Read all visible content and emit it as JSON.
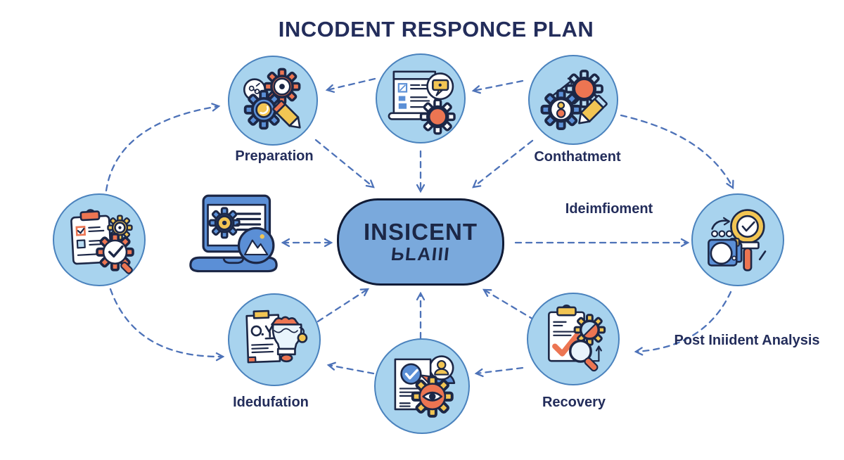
{
  "title": "INCODENT RESPONCE PLAN",
  "center": {
    "line1": "INSICENT",
    "line2": "ЬLAIII"
  },
  "nodes": [
    {
      "id": "preparation",
      "label": "Preparation",
      "icon": "gears-pencil-icon"
    },
    {
      "id": "documentation",
      "label": "",
      "icon": "report-chat-gear-icon"
    },
    {
      "id": "containment",
      "label": "Conthatment",
      "icon": "gear-arrow-pencil-icon"
    },
    {
      "id": "audit",
      "label": "",
      "icon": "clipboard-gear-check-icon"
    },
    {
      "id": "monitoring",
      "label": "",
      "icon": "laptop-gear-icon"
    },
    {
      "id": "inspection",
      "label": "",
      "icon": "measure-check-icon"
    },
    {
      "id": "ideation",
      "label": "Idedufation",
      "icon": "document-lightbulb-icon"
    },
    {
      "id": "review",
      "label": "",
      "icon": "document-eye-gear-icon"
    },
    {
      "id": "recovery",
      "label": "Recovery",
      "icon": "clipboard-check-magnifier-icon"
    }
  ],
  "floating_labels": [
    {
      "text": "Ideimfioment"
    },
    {
      "text": "Post Iniident Analysis"
    }
  ],
  "palette": {
    "background": "#ffffff",
    "text": "#232d5b",
    "navy": "#1c2746",
    "orange": "#ec7552",
    "yellow": "#f2c553",
    "blue": "#5b8fd6",
    "lightBlue": "#b9dcf2",
    "paleBlue": "#e9f4fc",
    "circleFill": "#a8d3ee",
    "circleStroke": "#4a82bd",
    "blobFill": "#7aa9dc",
    "blobStroke": "#101b36",
    "arrow": "#4d72b8"
  }
}
